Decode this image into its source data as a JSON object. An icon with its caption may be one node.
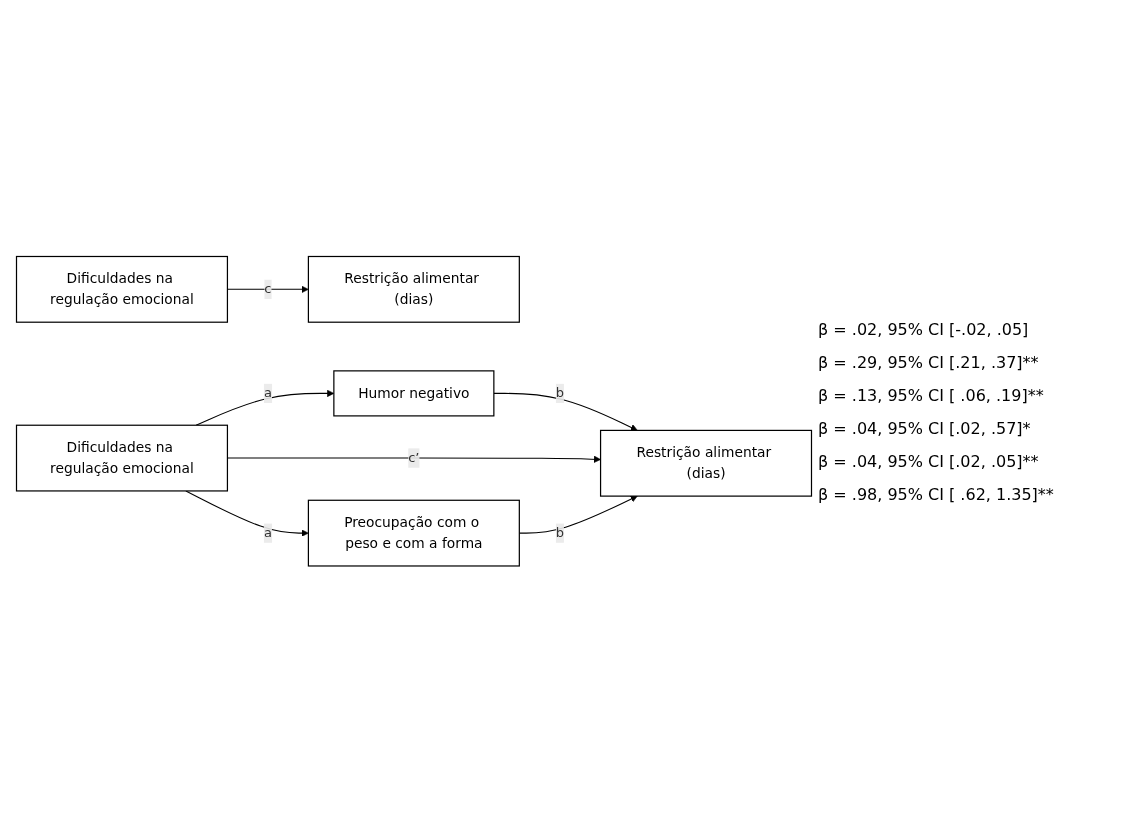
{
  "diagram": {
    "nodes": [
      {
        "text": [
          "Dificuldades na regulação emocional"
        ]
      },
      {
        "text": [
          "Restrição alimentar (dias)"
        ]
      },
      {
        "text": [
          "Humor negativo"
        ]
      },
      {
        "text": [
          "Dificuldades na regulação emocional"
        ]
      },
      {
        "text": [
          "Restrição alimentar (dias)"
        ]
      },
      {
        "text": [
          "Preocupação com o peso e com a forma"
        ]
      }
    ],
    "edges": [
      {
        "from": 0,
        "to": 1,
        "arrow": "to",
        "label": "c"
      },
      {
        "from": 3,
        "to": 2,
        "arrow": "to",
        "label": "a"
      },
      {
        "from": 2,
        "to": 4,
        "arrow": "to",
        "label": "b"
      },
      {
        "from": 3,
        "to": 4,
        "arrow": "to",
        "label": "c’"
      },
      {
        "from": 3,
        "to": 5,
        "arrow": "to",
        "label": "a"
      },
      {
        "from": 5,
        "to": 4,
        "arrow": "to",
        "label": "b"
      }
    ],
    "labels": [
      "β = .02, 95% CI [-.02, .05]",
      "β = .29, 95% CI [.21, .37]**",
      "β = .13, 95% CI [ .06, .19]**",
      "β = .04, 95% CI [.02, .57]*",
      "β = .04, 95% CI [.02, .05]**",
      "β = .98, 95% CI [ .62, 1.35]**"
    ]
  }
}
